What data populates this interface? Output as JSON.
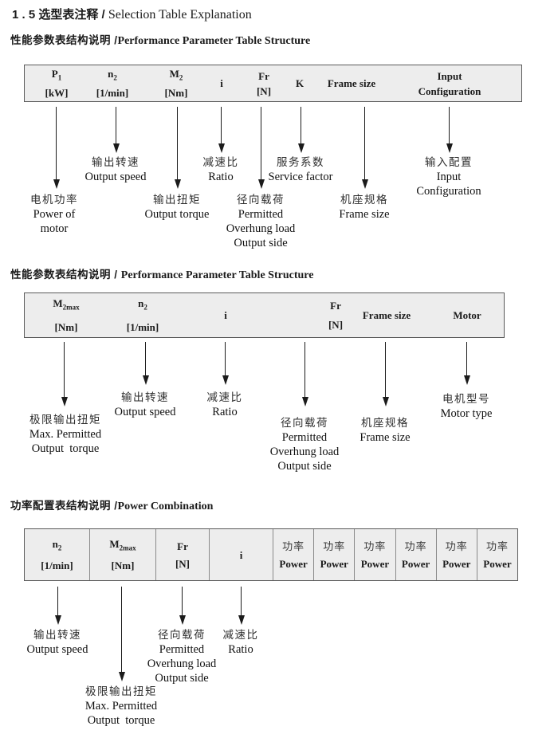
{
  "colors": {
    "table_bg": "#ededed",
    "table_border": "#5a5a5a",
    "divider": "#8a8a8a",
    "ink": "#1b1b1b"
  },
  "title": {
    "zh": "1 . 5 选型表注释 / ",
    "en": "Selection Table Explanation"
  },
  "s1": {
    "heading_zh": "性能参数表结构说明 /",
    "heading_en": "Performance Parameter Table Structure",
    "table": {
      "cells": [
        {
          "sym": "P",
          "sub": "1",
          "unit": "[kW]"
        },
        {
          "sym": "n",
          "sub": "2",
          "unit": "[1/min]"
        },
        {
          "sym": "M",
          "sub": "2",
          "unit": "[Nm]"
        },
        {
          "sym": "i",
          "sub": "",
          "unit": ""
        },
        {
          "sym": "Fr",
          "sub": "",
          "unit": "[N]"
        },
        {
          "sym": "K",
          "sub": "",
          "unit": ""
        },
        {
          "sym": "Frame size",
          "sub": "",
          "unit": ""
        },
        {
          "sym": "Input",
          "sub": "",
          "unit": "Configuration"
        }
      ]
    },
    "callouts": [
      {
        "lines": [
          "电机功率",
          "Power of",
          "motor"
        ]
      },
      {
        "lines": [
          "输出转速",
          "Output speed"
        ]
      },
      {
        "lines": [
          "输出扭矩",
          "Output torque"
        ]
      },
      {
        "lines": [
          "减速比",
          "Ratio"
        ]
      },
      {
        "lines": [
          "径向载荷",
          "Permitted",
          "Overhung load",
          "Output side"
        ]
      },
      {
        "lines": [
          "服务系数",
          "Service factor"
        ]
      },
      {
        "lines": [
          "机座规格",
          "Frame size"
        ]
      },
      {
        "lines": [
          "输入配置",
          "Input",
          "Configuration"
        ]
      }
    ]
  },
  "s2": {
    "heading_zh": "性能参数表结构说明 / ",
    "heading_en": "Performance Parameter Table Structure",
    "table": {
      "cells": [
        {
          "sym": "M",
          "sub": "2max",
          "unit": "[Nm]"
        },
        {
          "sym": "n",
          "sub": "2",
          "unit": "[1/min]"
        },
        {
          "sym": "i",
          "sub": "",
          "unit": ""
        },
        {
          "sym": "Fr",
          "sub": "",
          "unit": "[N]"
        },
        {
          "sym": "Frame size",
          "sub": "",
          "unit": ""
        },
        {
          "sym": "Motor",
          "sub": "",
          "unit": ""
        }
      ]
    },
    "callouts": [
      {
        "lines": [
          "极限输出扭矩",
          "Max. Permitted",
          "Output  torque"
        ]
      },
      {
        "lines": [
          "输出转速",
          "Output speed"
        ]
      },
      {
        "lines": [
          "减速比",
          "Ratio"
        ]
      },
      {
        "lines": [
          "径向载荷",
          "Permitted",
          "Overhung load",
          "Output side"
        ]
      },
      {
        "lines": [
          "机座规格",
          "Frame size"
        ]
      },
      {
        "lines": [
          "电机型号",
          "Motor type"
        ]
      }
    ]
  },
  "s3": {
    "heading_zh": "功率配置表结构说明 /",
    "heading_en": "Power Combination",
    "table": {
      "cells": [
        {
          "sym": "n",
          "sub": "2",
          "unit": "[1/min]"
        },
        {
          "sym": "M",
          "sub": "2max",
          "unit": "[Nm]"
        },
        {
          "sym": "Fr",
          "sub": "",
          "unit": "[N]"
        },
        {
          "sym": "i",
          "sub": "",
          "unit": ""
        }
      ],
      "power_columns": [
        {
          "zh": "功率",
          "en": "Power"
        },
        {
          "zh": "功率",
          "en": "Power"
        },
        {
          "zh": "功率",
          "en": "Power"
        },
        {
          "zh": "功率",
          "en": "Power"
        },
        {
          "zh": "功率",
          "en": "Power"
        },
        {
          "zh": "功率",
          "en": "Power"
        }
      ]
    },
    "callouts": [
      {
        "lines": [
          "输出转速",
          "Output speed"
        ]
      },
      {
        "lines": [
          "极限输出扭矩",
          "Max. Permitted",
          "Output  torque"
        ]
      },
      {
        "lines": [
          "径向载荷",
          "Permitted",
          "Overhung load",
          "Output side"
        ]
      },
      {
        "lines": [
          "减速比",
          "Ratio"
        ]
      }
    ]
  }
}
